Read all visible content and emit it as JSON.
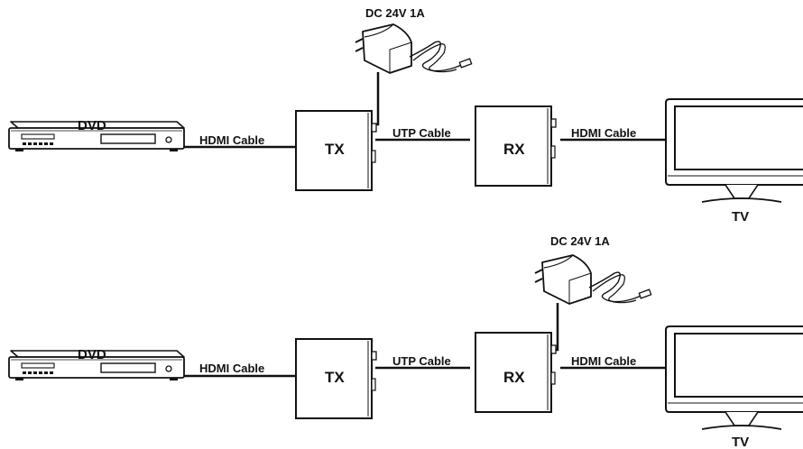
{
  "colors": {
    "stroke": "#111111",
    "background": "#ffffff"
  },
  "configurations": [
    {
      "source": {
        "label": "DVD",
        "icon": "dvd-player-icon"
      },
      "source_cable": {
        "label": "HDMI Cable"
      },
      "transmitter": {
        "label": "TX",
        "icon": "transmitter-box-icon"
      },
      "link_cable": {
        "label": "UTP Cable"
      },
      "receiver": {
        "label": "RX",
        "icon": "receiver-box-icon"
      },
      "display_cable": {
        "label": "HDMI Cable"
      },
      "display": {
        "label": "TV",
        "icon": "tv-icon"
      },
      "power_adapter": {
        "label": "DC 24V 1A",
        "icon": "power-adapter-icon",
        "powers": "TX"
      }
    },
    {
      "source": {
        "label": "DVD",
        "icon": "dvd-player-icon"
      },
      "source_cable": {
        "label": "HDMI Cable"
      },
      "transmitter": {
        "label": "TX",
        "icon": "transmitter-box-icon"
      },
      "link_cable": {
        "label": "UTP Cable"
      },
      "receiver": {
        "label": "RX",
        "icon": "receiver-box-icon"
      },
      "display_cable": {
        "label": "HDMI Cable"
      },
      "display": {
        "label": "TV",
        "icon": "tv-icon"
      },
      "power_adapter": {
        "label": "DC 24V 1A",
        "icon": "power-adapter-icon",
        "powers": "RX"
      }
    }
  ]
}
